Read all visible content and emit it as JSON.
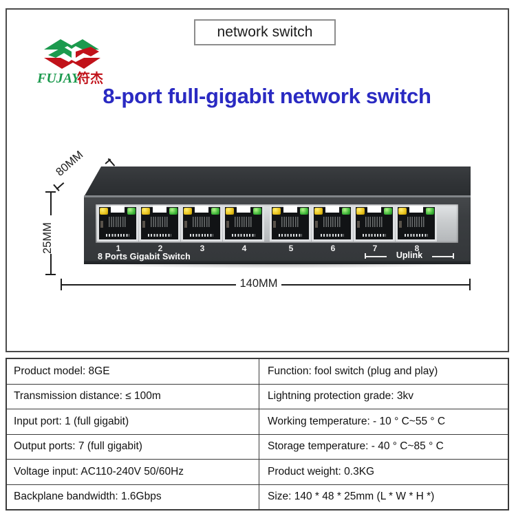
{
  "badge": {
    "label": "network switch"
  },
  "brand": {
    "name": "FUJAY",
    "name_cn": "符杰",
    "logo_icon": "fujay-chevron-logo-icon",
    "green": "#1c9a4e",
    "red": "#c1121a"
  },
  "headline": {
    "text": "8-port full-gigabit network switch",
    "color": "#2a2ac2"
  },
  "product": {
    "faceplate_caption": "8 Ports Gigabit Switch",
    "uplink_label": "Uplink",
    "port_numbers": [
      "1",
      "2",
      "3",
      "4",
      "5",
      "6",
      "7",
      "8"
    ],
    "ports": [
      {
        "number": "1",
        "led_left": "yellow",
        "led_right": "green"
      },
      {
        "number": "2",
        "led_left": "yellow",
        "led_right": "green"
      },
      {
        "number": "3",
        "led_left": "yellow",
        "led_right": "green"
      },
      {
        "number": "4",
        "led_left": "yellow",
        "led_right": "green"
      },
      {
        "number": "5",
        "led_left": "yellow",
        "led_right": "green"
      },
      {
        "number": "6",
        "led_left": "yellow",
        "led_right": "green"
      },
      {
        "number": "7",
        "led_left": "yellow",
        "led_right": "green"
      },
      {
        "number": "8",
        "led_left": "yellow",
        "led_right": "green"
      }
    ],
    "dimensions": {
      "depth": "80MM",
      "height": "25MM",
      "width": "140MM"
    }
  },
  "spec_table": {
    "rows": [
      {
        "left": "Product model: 8GE",
        "right": "Function: fool switch (plug and play)"
      },
      {
        "left": "Transmission distance: ≤ 100m",
        "right": "Lightning protection grade: 3kv"
      },
      {
        "left": "Input port: 1 (full gigabit)",
        "right": "Working temperature: - 10 ° C~55 ° C"
      },
      {
        "left": "Output ports: 7 (full gigabit)",
        "right": "Storage temperature: - 40 ° C~85 ° C"
      },
      {
        "left": "Voltage input: AC110-240V 50/60Hz",
        "right": "Product weight: 0.3KG"
      },
      {
        "left": "Backplane bandwidth: 1.6Gbps",
        "right": "Size: 140 * 48 * 25mm (L * W * H *)"
      }
    ]
  }
}
